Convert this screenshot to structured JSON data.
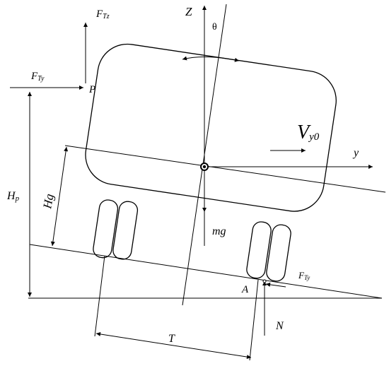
{
  "labels": {
    "ftz": "F",
    "ftz_sub": "Tz",
    "fty_left": "F",
    "fty_left_sub": "Ty",
    "p": "P",
    "z": "Z",
    "theta": "θ",
    "vy0": "V",
    "vy0_sub": "y0",
    "y": "y",
    "hp": "H",
    "hp_sub": "p",
    "hg": "Hg",
    "mg": "mg",
    "fty_right": "F",
    "fty_right_sub": "Ty",
    "a": "A",
    "n": "N",
    "t": "T"
  }
}
